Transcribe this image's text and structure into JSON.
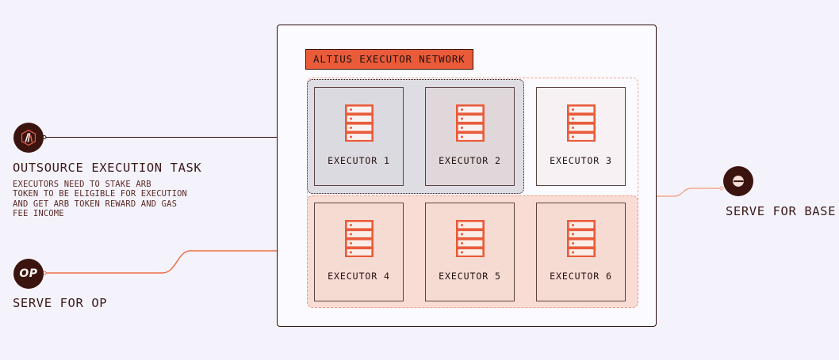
{
  "colors": {
    "background": "#f4f3fb",
    "accent_orange": "#ea5b39",
    "accent_orange_light": "#f2a58d",
    "dark": "#2a0d0c",
    "text_dark": "#3b1a18",
    "text_desc": "#5d2b26",
    "group_grey_fill": "#dfdde4",
    "group_pink_fill": "#f9dcd4"
  },
  "left": {
    "arbitrum": {
      "icon": "arbitrum-logo-icon",
      "title": "OUTSOURCE EXECUTION TASK",
      "description": "EXECUTORS NEED TO STAKE ARB\nTOKEN TO BE ELIGIBLE FOR EXECUTION\nAND GET ARB TOKEN REWARD AND GAS\nFEE INCOME"
    },
    "optimism": {
      "icon": "optimism-op-icon",
      "badge_text": "OP",
      "title": "SERVE FOR OP"
    }
  },
  "right": {
    "base": {
      "icon": "base-logo-icon",
      "title": "SERVE FOR BASE"
    }
  },
  "network": {
    "badge": "ALTIUS EXECUTOR NETWORK",
    "groups": [
      {
        "name": "dark-dotted-group",
        "style": "dotted",
        "members": [
          "EXECUTOR 1",
          "EXECUTOR 2"
        ]
      },
      {
        "name": "orange-dashed-group",
        "style": "dashed",
        "members": [
          "EXECUTOR 3",
          "EXECUTOR 4",
          "EXECUTOR 5",
          "EXECUTOR 6"
        ]
      }
    ],
    "executors": [
      {
        "label": "EXECUTOR 1",
        "icon": "server-icon",
        "tone": "grey"
      },
      {
        "label": "EXECUTOR 2",
        "icon": "server-icon",
        "tone": "grey2"
      },
      {
        "label": "EXECUTOR 3",
        "icon": "server-icon",
        "tone": "white"
      },
      {
        "label": "EXECUTOR 4",
        "icon": "server-icon",
        "tone": "pink"
      },
      {
        "label": "EXECUTOR 5",
        "icon": "server-icon",
        "tone": "pink"
      },
      {
        "label": "EXECUTOR 6",
        "icon": "server-icon",
        "tone": "pink"
      }
    ]
  },
  "connectors": [
    {
      "name": "arbitrum-to-executor-group",
      "from": "arbitrum",
      "to": "dark-dotted-group",
      "color": "#2a0d0c"
    },
    {
      "name": "optimism-to-executor-group",
      "from": "optimism",
      "to": "orange-dashed-group",
      "color": "#ee6d48"
    },
    {
      "name": "base-to-executor-group",
      "from": "base",
      "to": "orange-dashed-group",
      "color": "#f3a78f"
    }
  ]
}
